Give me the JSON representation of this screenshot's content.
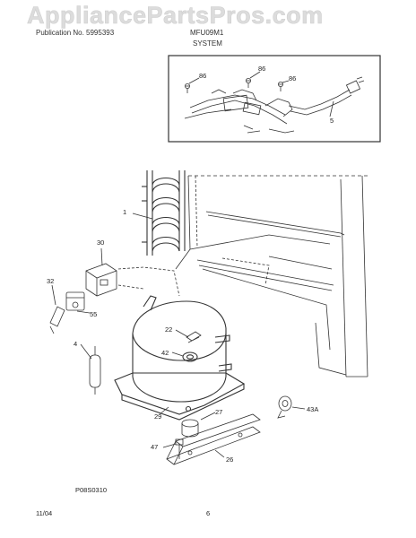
{
  "watermark": "AppliancePartsPros.com",
  "header": {
    "left_text": "Publication No. 5995393",
    "model_text": "MFU09M1",
    "section_title": "SYSTEM"
  },
  "callouts": {
    "inset_86a": "86",
    "inset_86b": "86",
    "inset_86c": "86",
    "inset_5": "5",
    "c1": "1",
    "c30": "30",
    "c32": "32",
    "c55": "55",
    "c4": "4",
    "c22": "22",
    "c42": "42",
    "c29": "29",
    "c27": "27",
    "c43a": "43A",
    "c47": "47",
    "c26": "26"
  },
  "diagram_code": "P08S0310",
  "footer": {
    "date": "11/04",
    "page": "6"
  }
}
